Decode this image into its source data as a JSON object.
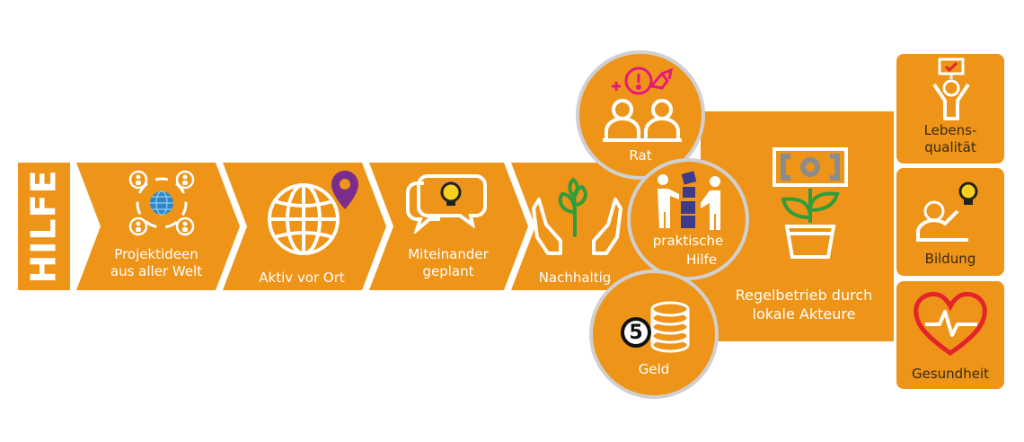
{
  "colors": {
    "orange": "#ee9418",
    "white": "#ffffff",
    "purple": "#7b2c8f",
    "blue": "#2f86c6",
    "green": "#2e9d3a",
    "navy": "#3e3a8c",
    "pink": "#e6197a",
    "red": "#e4232b",
    "yellow": "#f7cf1e",
    "grey": "#8c8c8c",
    "ring": "#d0d0d0"
  },
  "side_label": "HILFE",
  "steps": [
    {
      "label_lines": [
        "Projektideen",
        "aus aller Welt"
      ],
      "icon": "globe-people-icon"
    },
    {
      "label_lines": [
        "Aktiv vor Ort"
      ],
      "icon": "globe-pin-icon"
    },
    {
      "label_lines": [
        "Miteinander",
        "geplant"
      ],
      "icon": "speech-bubbles-lightbulb-icon"
    },
    {
      "label_lines": [
        "Nachhaltig"
      ],
      "icon": "hands-plant-icon"
    }
  ],
  "support_circles": [
    {
      "label": "Rat",
      "icon": "advisors-icon"
    },
    {
      "label_lines": [
        "praktische",
        "Hilfe"
      ],
      "icon": "people-building-icon"
    },
    {
      "label": "Geld",
      "icon": "coins-icon",
      "coin_number": "5"
    }
  ],
  "main_block": {
    "label_lines": [
      "Regelbetrieb durch",
      "lokale Akteure"
    ],
    "icon": "money-plant-icon"
  },
  "outcomes": [
    {
      "label_lines": [
        "Lebens-",
        "qualität"
      ],
      "icon": "happy-person-icon"
    },
    {
      "label": "Bildung",
      "icon": "learning-person-icon"
    },
    {
      "label": "Gesundheit",
      "icon": "heart-pulse-icon"
    }
  ]
}
